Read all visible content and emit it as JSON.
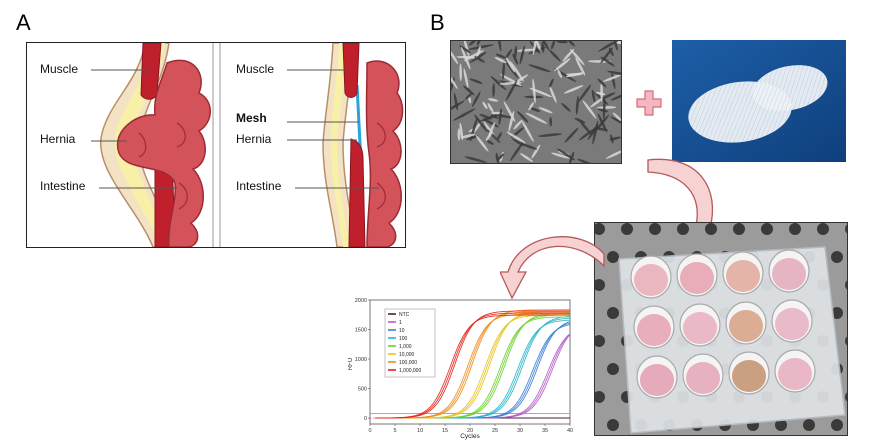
{
  "panel_a": {
    "letter": "A",
    "left_labels": [
      "Muscle",
      "Hernia",
      "Intestine"
    ],
    "right_labels": [
      "Muscle",
      "Mesh",
      "Hernia",
      "Intestine"
    ]
  },
  "panel_b": {
    "letter": "B"
  },
  "chart_data": {
    "type": "line",
    "title": "",
    "xlabel": "Cycles",
    "ylabel": "RFU",
    "xlim": [
      0,
      40
    ],
    "ylim": [
      -100,
      2000
    ],
    "xticks": [
      "0",
      "5",
      "10",
      "15",
      "20",
      "25",
      "30",
      "35",
      "40"
    ],
    "yticks": [
      "0",
      "500",
      "1000",
      "1500",
      "2000"
    ],
    "threshold": 80,
    "legend": "top-left",
    "series": [
      {
        "name": "NTC",
        "color": "#4b1b3f",
        "midpoint": null,
        "plateau": 0
      },
      {
        "name": "1",
        "color": "#b05cc4",
        "midpoint": 36,
        "plateau": 1600
      },
      {
        "name": "10",
        "color": "#3a7dd8",
        "midpoint": 33,
        "plateau": 1650
      },
      {
        "name": "100",
        "color": "#2ab5c8",
        "midpoint": 30,
        "plateau": 1700
      },
      {
        "name": "1,000",
        "color": "#6ccf2e",
        "midpoint": 26.5,
        "plateau": 1750
      },
      {
        "name": "10,000",
        "color": "#e9c21e",
        "midpoint": 23.5,
        "plateau": 1780
      },
      {
        "name": "100,000",
        "color": "#f08a18",
        "midpoint": 20,
        "plateau": 1800
      },
      {
        "name": "1,000,000",
        "color": "#e2231a",
        "midpoint": 16.5,
        "plateau": 1780
      }
    ]
  }
}
